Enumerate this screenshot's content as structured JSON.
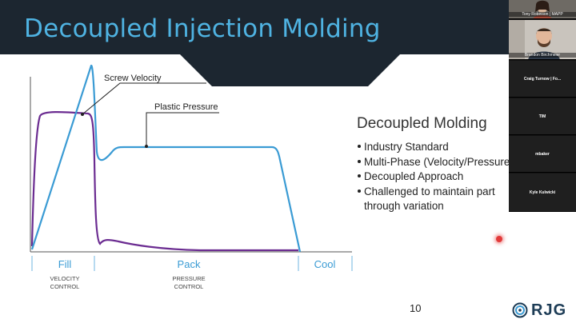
{
  "slide": {
    "title": "Decoupled Injection Molding",
    "side_heading": "Decoupled Molding",
    "bullets": [
      "Industry Standard",
      "Multi-Phase (Velocity/Pressure)",
      "Decoupled Approach",
      "Challenged to maintain part",
      "through variation"
    ],
    "page_number": "10",
    "logo_text": "RJG"
  },
  "chart": {
    "labels": {
      "screw_velocity": "Screw Velocity",
      "plastic_pressure": "Plastic Pressure"
    },
    "phases": [
      {
        "name": "Fill",
        "sub1": "VELOCITY",
        "sub2": "CONTROL"
      },
      {
        "name": "Pack",
        "sub1": "PRESSURE",
        "sub2": "CONTROL"
      },
      {
        "name": "Cool",
        "sub1": "",
        "sub2": ""
      }
    ],
    "colors": {
      "screw_velocity": "#3a9bd4",
      "plastic_pressure": "#6b2c91",
      "axis": "#555555",
      "phase_label": "#3a9bd4"
    }
  },
  "participants": [
    {
      "name": "Tony Robinson | MAPP",
      "video": true
    },
    {
      "name": "Brandon Birchmeier",
      "video": true
    },
    {
      "name": "Craig Turnow | Fo...",
      "video": false
    },
    {
      "name": "TIM",
      "video": false
    },
    {
      "name": "mbaker",
      "video": false
    },
    {
      "name": "Kyle Kulwicki",
      "video": false
    }
  ],
  "theme": {
    "banner_color": "#1c2630",
    "title_color": "#4fb3e2",
    "logo_color": "#1d3c56"
  }
}
